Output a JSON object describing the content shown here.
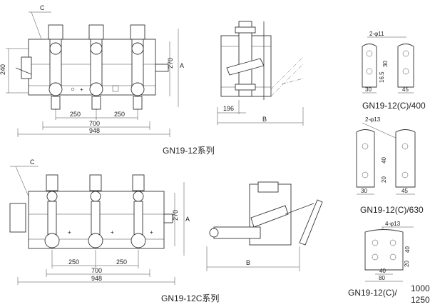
{
  "captions": {
    "top_series": "GN19-12系列",
    "bottom_series": "GN19-12C系列",
    "busbar_400": "GN19-12(C)/400",
    "busbar_630": "GN19-12(C)/630",
    "busbar_1000_prefix": "GN19-12(C)/",
    "busbar_1000_a": "1000",
    "busbar_1000_b": "1250"
  },
  "top_front": {
    "callout": "C",
    "dim_left": "240",
    "dim_right": "270",
    "dim_A": "A",
    "dim_pitch_1": "250",
    "dim_pitch_2": "250",
    "dim_700": "700",
    "dim_948": "948"
  },
  "top_side": {
    "dim_196": "196",
    "dim_B": "B"
  },
  "bottom_front": {
    "callout": "C",
    "dim_right": "270",
    "dim_A": "A",
    "dim_pitch_1": "250",
    "dim_pitch_2": "250",
    "dim_700": "700",
    "dim_948": "948"
  },
  "bottom_side": {
    "dim_B": "B"
  },
  "busbar_400": {
    "hole": "2-φ11",
    "dim_30v": "30",
    "dim_16v": "16.5",
    "dim_30h": "30",
    "dim_45h": "45"
  },
  "busbar_630": {
    "hole": "2-φ13",
    "dim_40v": "40",
    "dim_20v": "20",
    "dim_30h": "30",
    "dim_45h": "45"
  },
  "busbar_1000": {
    "hole": "4-φ13",
    "dim_40v": "40",
    "dim_20v": "20",
    "dim_40h": "40",
    "dim_80h": "80"
  }
}
